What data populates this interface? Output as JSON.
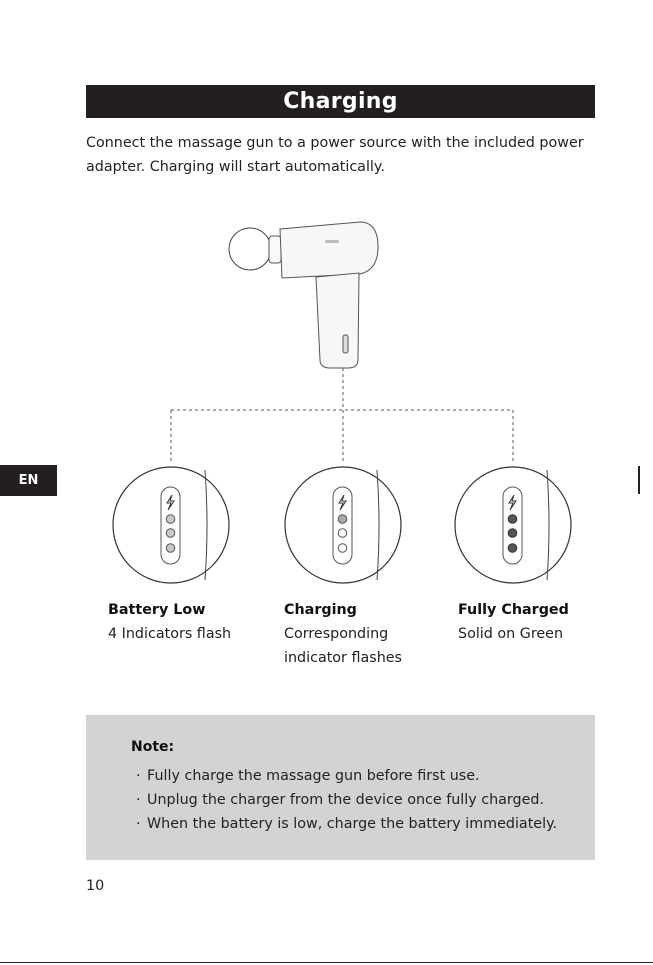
{
  "title": "Charging",
  "intro": "Connect the massage gun to a power source with the included power adapter. Charging will start automatically.",
  "side_tab": "EN",
  "states": [
    {
      "title": "Battery Low",
      "desc": "4 Indicators flash"
    },
    {
      "title": "Charging",
      "desc_lines": [
        "Corresponding",
        "indicator flashes"
      ]
    },
    {
      "title": "Fully Charged",
      "desc": "Solid on Green"
    }
  ],
  "note": {
    "label": "Note:",
    "items": [
      "Fully charge the massage gun before first use.",
      "Unplug the charger from the device once fully charged.",
      "When the battery is low, charge the battery immediately."
    ]
  },
  "page_number": "10",
  "colors": {
    "bar": "#231f20",
    "note_bg": "#d3d3d3"
  },
  "icons": [
    "lightning-icon",
    "indicator-dot"
  ]
}
